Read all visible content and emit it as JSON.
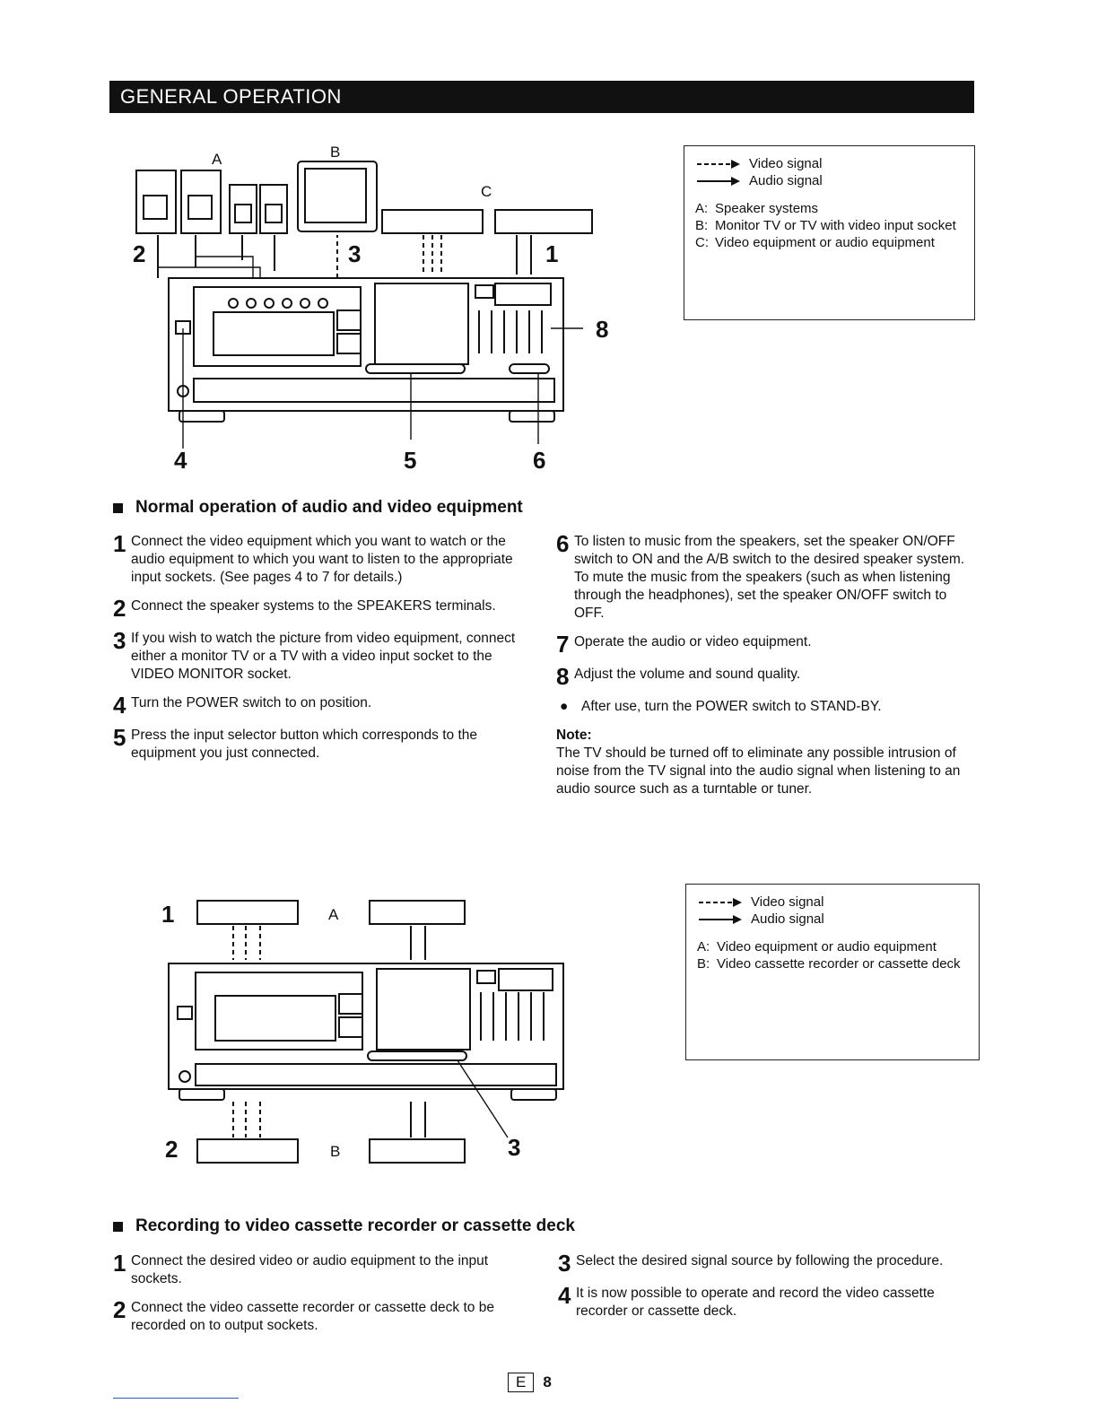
{
  "banner": {
    "title": "GENERAL OPERATION"
  },
  "diagram1": {
    "labels": {
      "a": "A",
      "b": "B",
      "c": "C"
    },
    "callouts": [
      "2",
      "3",
      "1",
      "8",
      "4",
      "5",
      "6"
    ]
  },
  "legend1": {
    "video": "Video signal",
    "audio": "Audio signal",
    "items": [
      {
        "key": "A:",
        "text": "Speaker systems"
      },
      {
        "key": "B:",
        "text": "Monitor TV or TV with video input socket"
      },
      {
        "key": "C:",
        "text": "Video equipment or audio equipment"
      }
    ]
  },
  "section1": {
    "heading": "Normal operation of audio and video equipment",
    "left_steps": [
      {
        "num": "1",
        "text": "Connect the video equipment which you want to watch or the audio equipment to which you want to listen to the appropriate input sockets. (See pages 4 to 7 for details.)"
      },
      {
        "num": "2",
        "text": "Connect the speaker systems to the SPEAKERS terminals."
      },
      {
        "num": "3",
        "text": "If you wish to watch the picture from video equipment, connect either a monitor TV or a TV with a video input socket to the VIDEO MONITOR socket."
      },
      {
        "num": "4",
        "text": "Turn the POWER switch to on position."
      },
      {
        "num": "5",
        "text": "Press the input selector button which corresponds to the equipment you just connected."
      }
    ],
    "right_steps": [
      {
        "num": "6",
        "text": "To listen to music from the speakers, set the speaker ON/OFF switch to ON and the A/B switch to the desired speaker system.",
        "extra": "To mute the music from the speakers (such as when listening through the headphones), set the speaker ON/OFF switch to OFF."
      },
      {
        "num": "7",
        "text": "Operate the audio or video equipment."
      },
      {
        "num": "8",
        "text": "Adjust the volume and sound quality."
      }
    ],
    "bullet": "After use, turn the POWER switch to STAND-BY.",
    "note_heading": "Note:",
    "note_text": "The TV should be turned off to eliminate any possible intrusion of noise from the TV signal into the audio signal when listening to an audio source such as a turntable or tuner."
  },
  "diagram2": {
    "labels": {
      "a": "A",
      "b": "B"
    },
    "callouts": [
      "1",
      "2",
      "3"
    ]
  },
  "legend2": {
    "video": "Video signal",
    "audio": "Audio signal",
    "items": [
      {
        "key": "A:",
        "text": "Video equipment or audio equipment"
      },
      {
        "key": "B:",
        "text": "Video cassette recorder or cassette deck"
      }
    ]
  },
  "section2": {
    "heading": "Recording to video cassette recorder or cassette deck",
    "left_steps": [
      {
        "num": "1",
        "text": "Connect the desired video or audio equipment to the input sockets."
      },
      {
        "num": "2",
        "text": "Connect the video cassette recorder or cassette deck to be recorded on to output sockets."
      }
    ],
    "right_steps": [
      {
        "num": "3",
        "text": "Select the desired signal source by following the procedure."
      },
      {
        "num": "4",
        "text": "It is now possible to operate and record the video cassette recorder or cassette deck."
      }
    ]
  },
  "footer": {
    "lang": "E",
    "page": "8"
  }
}
